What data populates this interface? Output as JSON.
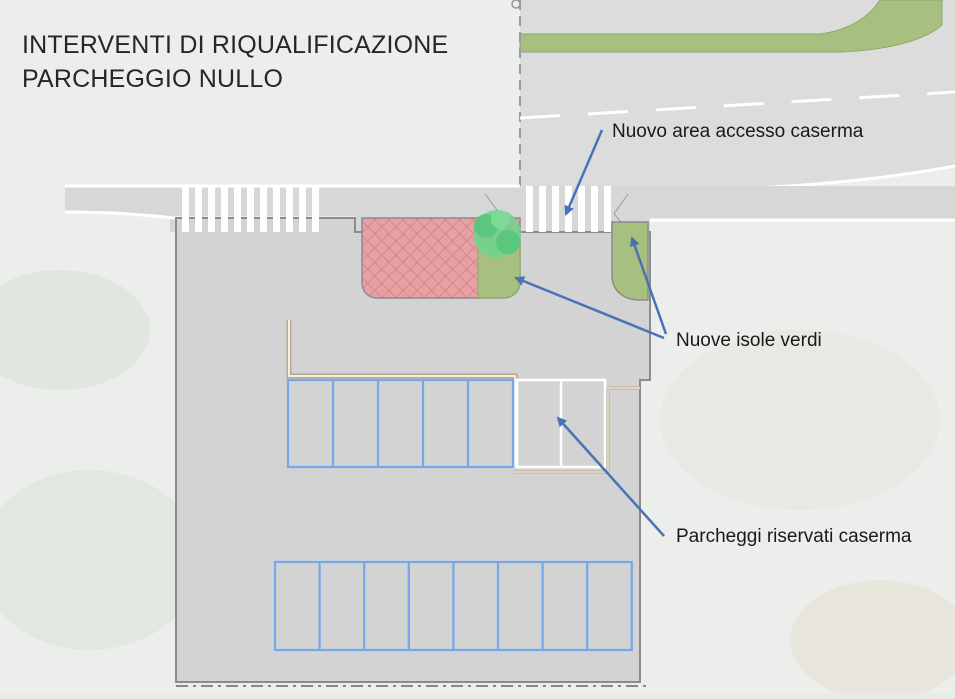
{
  "title": {
    "line1": "INTERVENTI DI RIQUALIFICAZIONE",
    "line2": "PARCHEGGIO NULLO"
  },
  "annotations": {
    "access_area": "Nuovo area accesso caserma",
    "green_islands": "Nuove isole verdi",
    "reserved_parking": "Parcheggi riservati caserma"
  },
  "colors": {
    "asphalt": "#d5d5d5",
    "road": "#dcdcdc",
    "green": "#a7c07f",
    "paving": "#e7a0a4",
    "parking_lines": "#74a8ec",
    "arrow": "#4a72b8",
    "curb": "#b8a88a"
  }
}
